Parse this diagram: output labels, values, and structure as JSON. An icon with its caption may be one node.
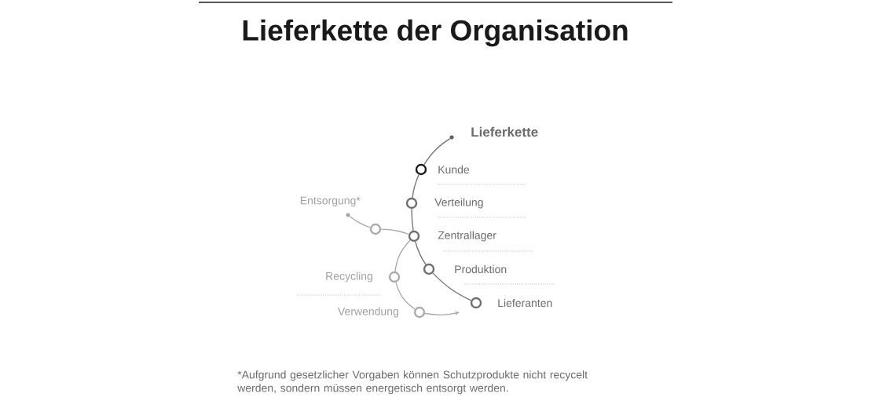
{
  "diagram": {
    "title": "Lieferkette der Organisation",
    "caption": "*Aufgrund gesetzlicher Vorgaben können Schutzprodukte nicht recycelt werden, sondern müssen energetisch entsorgt werden.",
    "nodes": [
      {
        "text": [],
        "shape": "circle"
      },
      {
        "text": [],
        "shape": "circle",
        "beside": [
          "Kunde"
        ]
      },
      {
        "text": [],
        "shape": "circle",
        "beside": [
          "Verteilung"
        ]
      },
      {
        "text": [],
        "shape": "circle",
        "beside": [
          "Zentrallager"
        ]
      },
      {
        "text": [],
        "shape": "circle",
        "beside": [
          "Produktion"
        ]
      },
      {
        "text": [],
        "shape": "circle",
        "beside": [
          "Lieferanten"
        ]
      },
      {
        "text": [],
        "shape": "circle",
        "beside": [
          "Entsorgung*"
        ]
      },
      {
        "text": [],
        "shape": "circle"
      },
      {
        "text": [],
        "shape": "circle",
        "beside": [
          "Recycling"
        ]
      },
      {
        "text": [],
        "shape": "circle",
        "beside": [
          "Verwendung"
        ]
      }
    ],
    "edges": [
      {
        "from": 0,
        "to": 1,
        "arrow": "none"
      },
      {
        "from": 1,
        "to": 2,
        "arrow": "none"
      },
      {
        "from": 2,
        "to": 3,
        "arrow": "none"
      },
      {
        "from": 3,
        "to": 4,
        "arrow": "none"
      },
      {
        "from": 4,
        "to": 5,
        "arrow": "none"
      },
      {
        "from": 3,
        "to": 7,
        "arrow": "none",
        "color": "#a6a6a6"
      },
      {
        "from": 7,
        "to": 6,
        "arrow": "none",
        "color": "#a6a6a6"
      },
      {
        "from": 3,
        "to": 8,
        "arrow": "none",
        "color": "#a6a6a6"
      },
      {
        "from": 8,
        "to": 9,
        "arrow": "none",
        "color": "#a6a6a6"
      },
      {
        "from": 9,
        "to": null,
        "arrow": "to",
        "color": "#a6a6a6"
      }
    ],
    "labels": [
      "Lieferkette"
    ]
  }
}
